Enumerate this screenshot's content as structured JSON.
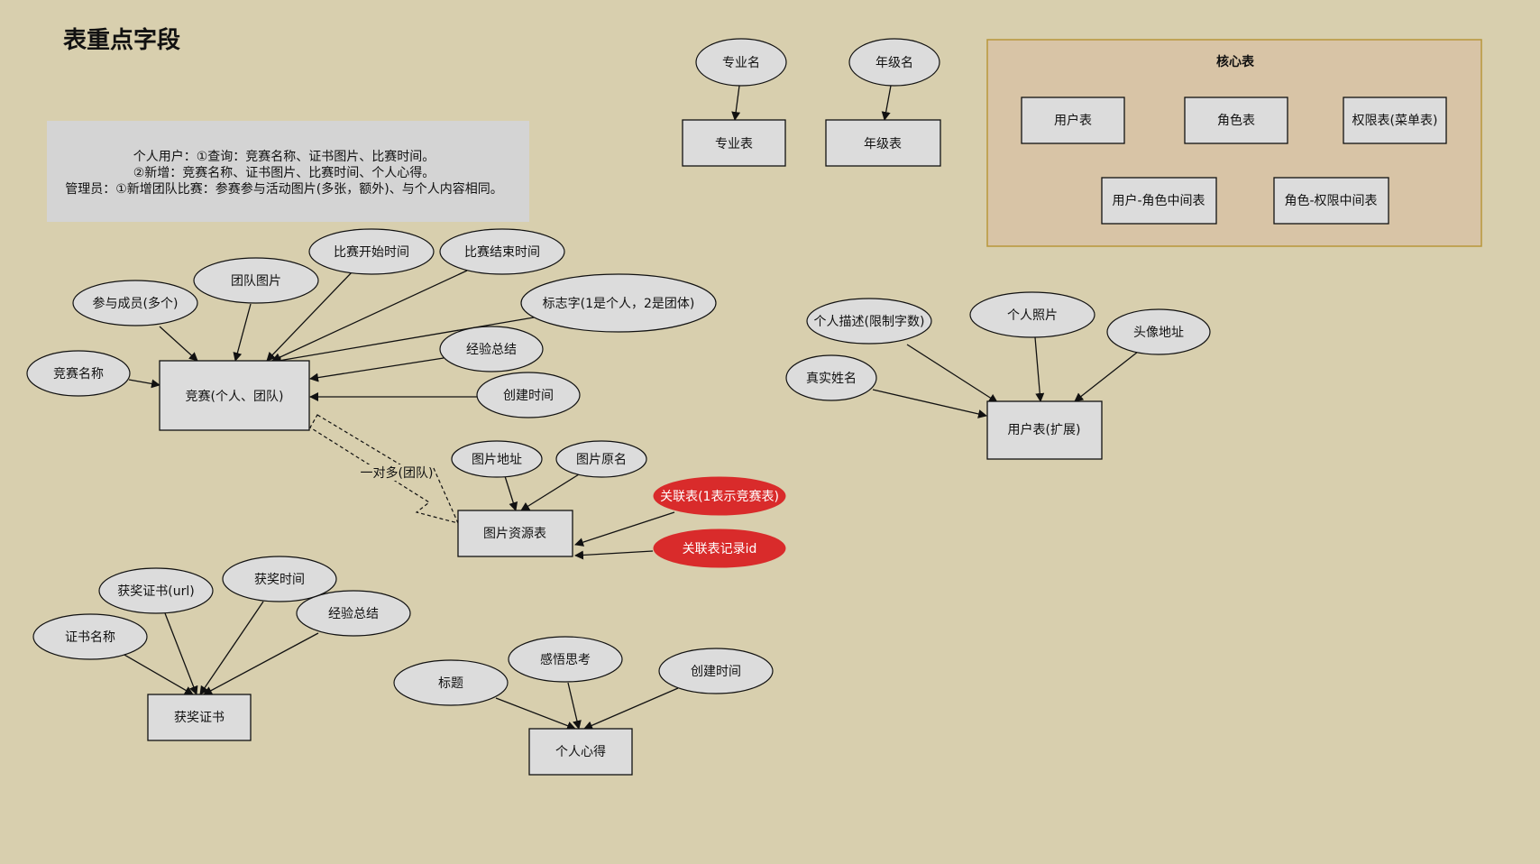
{
  "title": "表重点字段",
  "note": {
    "lines": [
      "个人用户：①查询：竞赛名称、证书图片、比赛时间。",
      "②新增：竞赛名称、证书图片、比赛时间、个人心得。",
      "管理员：①新增团队比赛：参赛参与活动图片(多张，额外)、与个人内容相同。"
    ]
  },
  "core_group": {
    "title": "核心表"
  },
  "entities": {
    "major_table": "专业表",
    "grade_table": "年级表",
    "user_table": "用户表",
    "role_table": "角色表",
    "perm_table": "权限表(菜单表)",
    "user_role_table": "用户-角色中间表",
    "role_perm_table": "角色-权限中间表",
    "competition": "竞赛(个人、团队)",
    "image_resource": "图片资源表",
    "user_ext": "用户表(扩展)",
    "award_cert": "获奖证书",
    "personal_insight": "个人心得"
  },
  "attributes": {
    "major_name": "专业名",
    "grade_name": "年级名",
    "comp_name": "竞赛名称",
    "members": "参与成员(多个)",
    "team_image": "团队图片",
    "start_time": "比赛开始时间",
    "end_time": "比赛结束时间",
    "flag": "标志字(1是个人，2是团体)",
    "experience": "经验总结",
    "comp_created": "创建时间",
    "img_url": "图片地址",
    "img_origname": "图片原名",
    "rel_table": "关联表(1表示竞赛表)",
    "rel_record_id": "关联表记录id",
    "desc": "个人描述(限制字数)",
    "photo": "个人照片",
    "avatar_url": "头像地址",
    "real_name": "真实姓名",
    "cert_url": "获奖证书(url)",
    "award_time": "获奖时间",
    "cert_experience": "经验总结",
    "cert_name": "证书名称",
    "insight_title": "标题",
    "reflection": "感悟思考",
    "insight_created": "创建时间"
  },
  "edge_labels": {
    "one_to_many": "一对多(团队)"
  },
  "colors": {
    "background": "#d8cfae",
    "entity_fill": "#dcdcdc",
    "attribute_fill": "#dcdcdc",
    "highlight_fill": "#d92b2b",
    "group_fill": "#d8c4a6",
    "group_border": "#b8973a",
    "note_fill": "#d4d4d4"
  }
}
